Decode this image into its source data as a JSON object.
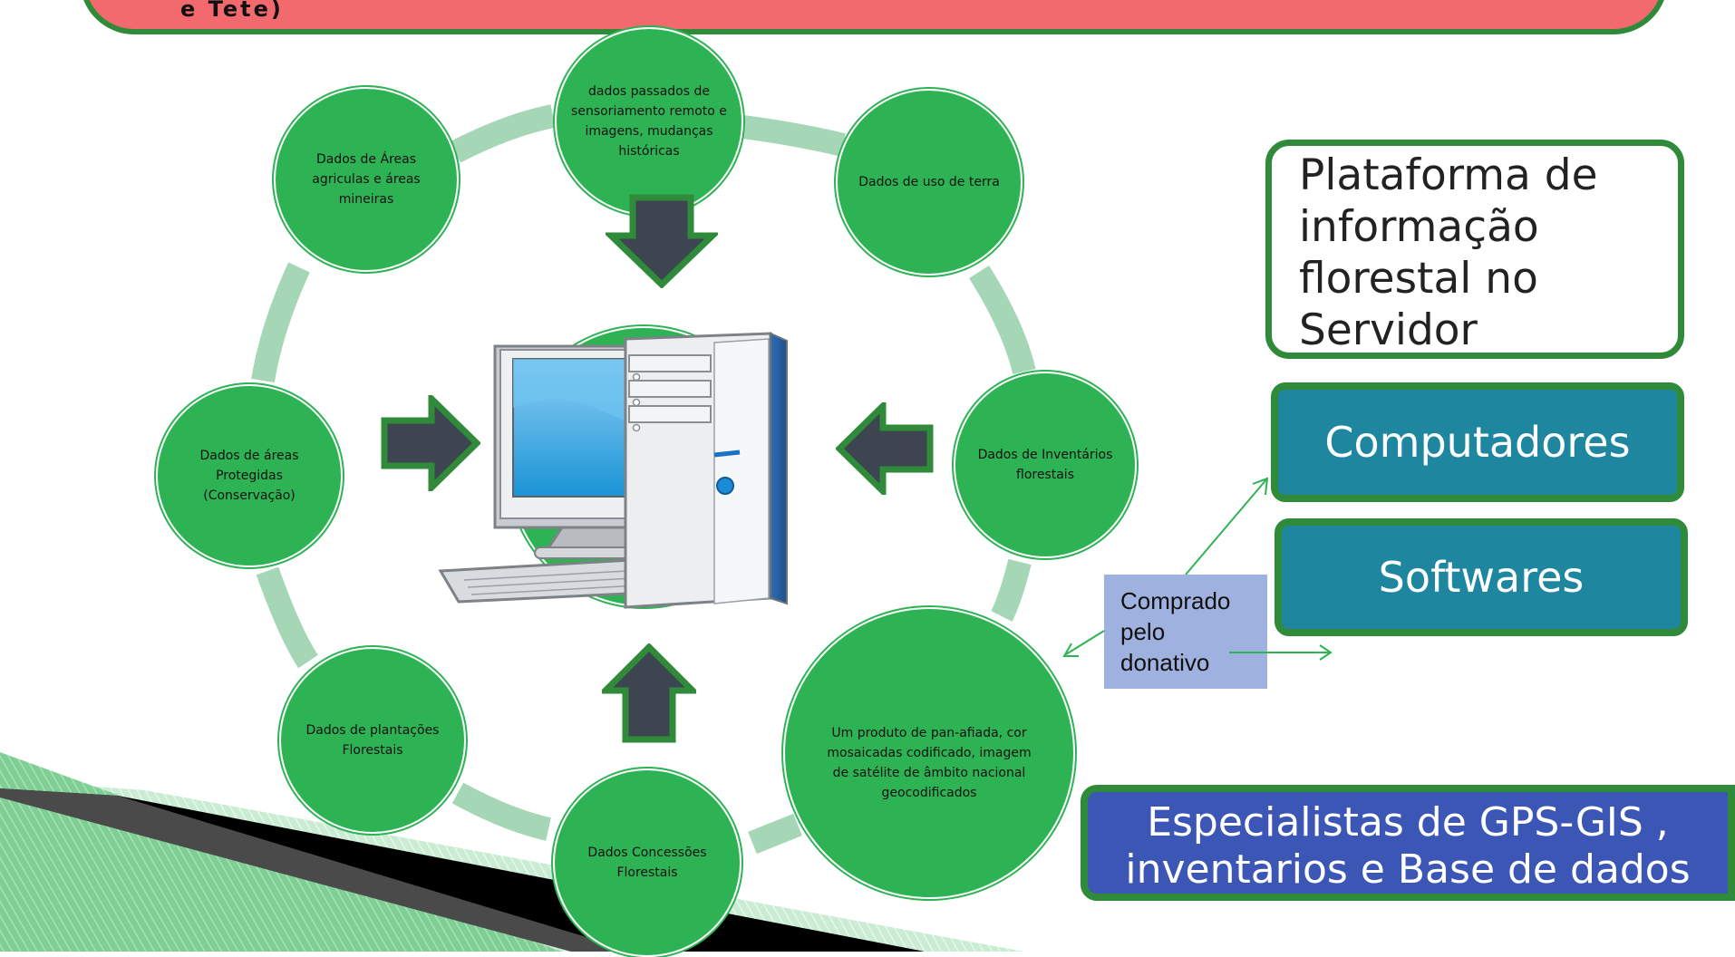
{
  "banner": {
    "title": "e Tete)"
  },
  "nodes": {
    "top": "dados passados de sensoriamento remoto e imagens, mudanças históricas",
    "top_left": "Dados de Áreas agriculas e áreas mineiras",
    "top_right": "Dados de uso de terra",
    "left": "Dados de áreas Protegidas (Conservação)",
    "right": "Dados de Inventários florestais",
    "bottom_left": "Dados de plantações Florestais",
    "bottom": "Dados Concessões Florestais",
    "bottom_right": "Um produto de pan-afiada, cor mosaicadas codificado, imagem de satélite de âmbito nacional geocodificados"
  },
  "side_panel": {
    "platform": "Plataforma de informação florestal no Servidor",
    "computers": "Computadores",
    "software": "Softwares",
    "purchased": "Comprado pelo donativo",
    "specialists": "Especialistas de GPS-GIS , inventarios e Base de dados"
  },
  "colors": {
    "node_fill": "#2db354",
    "ring": "#a5d7b6",
    "arrow_fill": "#3d4550",
    "arrow_border": "#2f8a3a",
    "banner": "#f2696e",
    "teal_box": "#1f86a0",
    "blue_box": "#3c56b5",
    "purchase_box": "#9fb1df"
  },
  "icons": [
    "computer-icon",
    "arrow-down-icon",
    "arrow-up-icon",
    "arrow-right-icon",
    "arrow-left-icon"
  ]
}
